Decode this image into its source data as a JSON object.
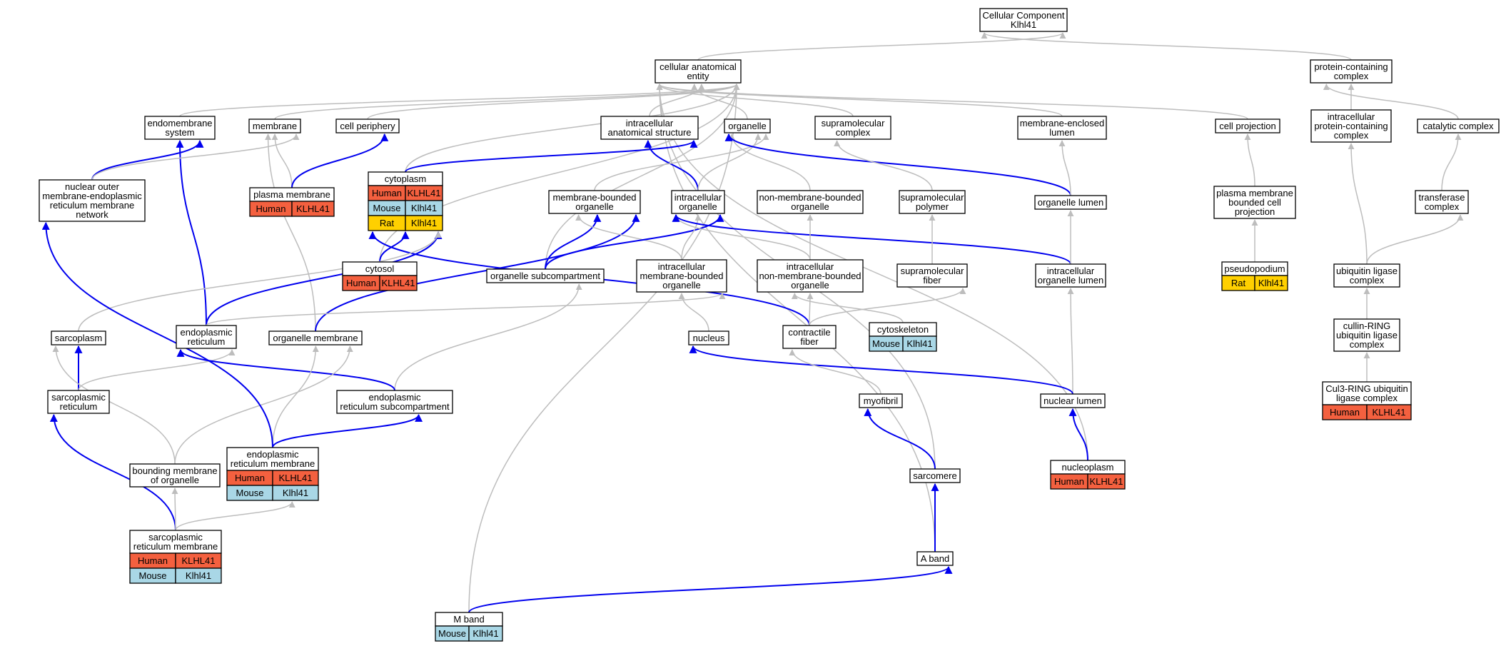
{
  "colors": {
    "human": "#f4603f",
    "mouse": "#a9d7e6",
    "rat": "#ffd000",
    "edge_is_a": "#bdbdbd",
    "edge_part_of": "#0000ee"
  },
  "nodes": [
    {
      "id": "cc",
      "lines": [
        "Cellular Component",
        "Klhl41"
      ]
    },
    {
      "id": "cae",
      "lines": [
        "cellular anatomical",
        "entity"
      ]
    },
    {
      "id": "pcc",
      "lines": [
        "protein-containing",
        "complex"
      ]
    },
    {
      "id": "endo",
      "lines": [
        "endomembrane",
        "system"
      ]
    },
    {
      "id": "membrane",
      "lines": [
        "membrane"
      ]
    },
    {
      "id": "cellper",
      "lines": [
        "cell periphery"
      ]
    },
    {
      "id": "ias",
      "lines": [
        "intracellular",
        "anatomical structure"
      ]
    },
    {
      "id": "organelle",
      "lines": [
        "organelle"
      ]
    },
    {
      "id": "supcomp",
      "lines": [
        "supramolecular",
        "complex"
      ]
    },
    {
      "id": "mel",
      "lines": [
        "membrane-enclosed",
        "lumen"
      ]
    },
    {
      "id": "cellproj",
      "lines": [
        "cell projection"
      ]
    },
    {
      "id": "ipcc",
      "lines": [
        "intracellular",
        "protein-containing",
        "complex"
      ]
    },
    {
      "id": "catcomp",
      "lines": [
        "catalytic complex"
      ]
    },
    {
      "id": "nomer",
      "lines": [
        "nuclear outer",
        "membrane-endoplasmic",
        "reticulum membrane",
        "network"
      ]
    },
    {
      "id": "pm",
      "lines": [
        "plasma membrane"
      ],
      "annot": [
        [
          "human",
          "Human",
          "KLHL41"
        ]
      ]
    },
    {
      "id": "cyto",
      "lines": [
        "cytoplasm"
      ],
      "annot": [
        [
          "human",
          "Human",
          "KLHL41"
        ],
        [
          "mouse",
          "Mouse",
          "Klhl41"
        ],
        [
          "rat",
          "Rat",
          "Klhl41"
        ]
      ]
    },
    {
      "id": "mbo",
      "lines": [
        "membrane-bounded",
        "organelle"
      ]
    },
    {
      "id": "io",
      "lines": [
        "intracellular",
        "organelle"
      ]
    },
    {
      "id": "nmbo",
      "lines": [
        "non-membrane-bounded",
        "organelle"
      ]
    },
    {
      "id": "suppoly",
      "lines": [
        "supramolecular",
        "polymer"
      ]
    },
    {
      "id": "ol",
      "lines": [
        "organelle lumen"
      ]
    },
    {
      "id": "pmbcp",
      "lines": [
        "plasma membrane",
        "bounded cell",
        "projection"
      ]
    },
    {
      "id": "transf",
      "lines": [
        "transferase",
        "complex"
      ]
    },
    {
      "id": "cytosol",
      "lines": [
        "cytosol"
      ],
      "annot": [
        [
          "human",
          "Human",
          "KLHL41"
        ]
      ]
    },
    {
      "id": "osc",
      "lines": [
        "organelle subcompartment"
      ]
    },
    {
      "id": "imbo",
      "lines": [
        "intracellular",
        "membrane-bounded",
        "organelle"
      ]
    },
    {
      "id": "inmbo",
      "lines": [
        "intracellular",
        "non-membrane-bounded",
        "organelle"
      ]
    },
    {
      "id": "supfib",
      "lines": [
        "supramolecular",
        "fiber"
      ]
    },
    {
      "id": "iol",
      "lines": [
        "intracellular",
        "organelle lumen"
      ]
    },
    {
      "id": "pseudo",
      "lines": [
        "pseudopodium"
      ],
      "annot": [
        [
          "rat",
          "Rat",
          "Klhl41"
        ]
      ]
    },
    {
      "id": "ulc",
      "lines": [
        "ubiquitin ligase",
        "complex"
      ]
    },
    {
      "id": "sarcoplasm",
      "lines": [
        "sarcoplasm"
      ]
    },
    {
      "id": "er",
      "lines": [
        "endoplasmic",
        "reticulum"
      ]
    },
    {
      "id": "om",
      "lines": [
        "organelle membrane"
      ]
    },
    {
      "id": "nucleus",
      "lines": [
        "nucleus"
      ]
    },
    {
      "id": "cf",
      "lines": [
        "contractile",
        "fiber"
      ]
    },
    {
      "id": "cytoskel",
      "lines": [
        "cytoskeleton"
      ],
      "annot": [
        [
          "mouse",
          "Mouse",
          "Klhl41"
        ]
      ]
    },
    {
      "id": "crulc",
      "lines": [
        "cullin-RING",
        "ubiquitin ligase",
        "complex"
      ]
    },
    {
      "id": "sr",
      "lines": [
        "sarcoplasmic",
        "reticulum"
      ]
    },
    {
      "id": "ersub",
      "lines": [
        "endoplasmic",
        "reticulum subcompartment"
      ]
    },
    {
      "id": "myo",
      "lines": [
        "myofibril"
      ]
    },
    {
      "id": "nl",
      "lines": [
        "nuclear lumen"
      ]
    },
    {
      "id": "cul3",
      "lines": [
        "Cul3-RING ubiquitin",
        "ligase complex"
      ],
      "annot": [
        [
          "human",
          "Human",
          "KLHL41"
        ]
      ]
    },
    {
      "id": "erm",
      "lines": [
        "endoplasmic",
        "reticulum membrane"
      ],
      "annot": [
        [
          "human",
          "Human",
          "KLHL41"
        ],
        [
          "mouse",
          "Mouse",
          "Klhl41"
        ]
      ]
    },
    {
      "id": "bmo",
      "lines": [
        "bounding membrane",
        "of organelle"
      ]
    },
    {
      "id": "sarcomere",
      "lines": [
        "sarcomere"
      ]
    },
    {
      "id": "nucleoplasm",
      "lines": [
        "nucleoplasm"
      ],
      "annot": [
        [
          "human",
          "Human",
          "KLHL41"
        ]
      ]
    },
    {
      "id": "srm",
      "lines": [
        "sarcoplasmic",
        "reticulum membrane"
      ],
      "annot": [
        [
          "human",
          "Human",
          "KLHL41"
        ],
        [
          "mouse",
          "Mouse",
          "Klhl41"
        ]
      ]
    },
    {
      "id": "aband",
      "lines": [
        "A band"
      ]
    },
    {
      "id": "mband",
      "lines": [
        "M band"
      ],
      "annot": [
        [
          "mouse",
          "Mouse",
          "Klhl41"
        ]
      ]
    }
  ],
  "edges": [
    {
      "from": "cae",
      "to": "cc",
      "type": "is_a"
    },
    {
      "from": "pcc",
      "to": "cc",
      "type": "is_a"
    },
    {
      "from": "endo",
      "to": "cae",
      "type": "is_a"
    },
    {
      "from": "membrane",
      "to": "cae",
      "type": "is_a"
    },
    {
      "from": "cellper",
      "to": "cae",
      "type": "is_a"
    },
    {
      "from": "ias",
      "to": "cae",
      "type": "is_a"
    },
    {
      "from": "organelle",
      "to": "cae",
      "type": "is_a"
    },
    {
      "from": "supcomp",
      "to": "cae",
      "type": "is_a"
    },
    {
      "from": "mel",
      "to": "cae",
      "type": "is_a"
    },
    {
      "from": "cellproj",
      "to": "cae",
      "type": "is_a"
    },
    {
      "from": "cyto",
      "to": "cae",
      "type": "is_a"
    },
    {
      "from": "cytosol",
      "to": "cae",
      "type": "is_a"
    },
    {
      "from": "osc",
      "to": "cae",
      "type": "is_a"
    },
    {
      "from": "sarcomere",
      "to": "cae",
      "type": "is_a"
    },
    {
      "from": "nucleoplasm",
      "to": "cae",
      "type": "is_a"
    },
    {
      "from": "aband",
      "to": "cae",
      "type": "is_a"
    },
    {
      "from": "mband",
      "to": "cae",
      "type": "is_a"
    },
    {
      "from": "ipcc",
      "to": "pcc",
      "type": "is_a"
    },
    {
      "from": "catcomp",
      "to": "pcc",
      "type": "is_a"
    },
    {
      "from": "nomer",
      "to": "endo",
      "type": "part_of"
    },
    {
      "from": "er",
      "to": "endo",
      "type": "part_of"
    },
    {
      "from": "nomer",
      "to": "membrane",
      "type": "is_a"
    },
    {
      "from": "pm",
      "to": "membrane",
      "type": "is_a"
    },
    {
      "from": "om",
      "to": "membrane",
      "type": "is_a"
    },
    {
      "from": "pm",
      "to": "cellper",
      "type": "part_of"
    },
    {
      "from": "cyto",
      "to": "ias",
      "type": "part_of"
    },
    {
      "from": "io",
      "to": "ias",
      "type": "part_of"
    },
    {
      "from": "mbo",
      "to": "organelle",
      "type": "is_a"
    },
    {
      "from": "io",
      "to": "organelle",
      "type": "is_a"
    },
    {
      "from": "nmbo",
      "to": "organelle",
      "type": "is_a"
    },
    {
      "from": "ol",
      "to": "organelle",
      "type": "part_of"
    },
    {
      "from": "suppoly",
      "to": "supcomp",
      "type": "is_a"
    },
    {
      "from": "ol",
      "to": "mel",
      "type": "is_a"
    },
    {
      "from": "pmbcp",
      "to": "cellproj",
      "type": "is_a"
    },
    {
      "from": "ulc",
      "to": "ipcc",
      "type": "is_a"
    },
    {
      "from": "transf",
      "to": "catcomp",
      "type": "is_a"
    },
    {
      "from": "cytosol",
      "to": "cyto",
      "type": "part_of"
    },
    {
      "from": "er",
      "to": "cyto",
      "type": "part_of"
    },
    {
      "from": "cf",
      "to": "cyto",
      "type": "part_of"
    },
    {
      "from": "sarcoplasm",
      "to": "cyto",
      "type": "is_a"
    },
    {
      "from": "osc",
      "to": "mbo",
      "type": "part_of"
    },
    {
      "from": "om",
      "to": "mbo",
      "type": "part_of"
    },
    {
      "from": "imbo",
      "to": "mbo",
      "type": "is_a"
    },
    {
      "from": "osc",
      "to": "io",
      "type": "part_of"
    },
    {
      "from": "imbo",
      "to": "io",
      "type": "is_a"
    },
    {
      "from": "inmbo",
      "to": "io",
      "type": "is_a"
    },
    {
      "from": "iol",
      "to": "io",
      "type": "part_of"
    },
    {
      "from": "inmbo",
      "to": "nmbo",
      "type": "is_a"
    },
    {
      "from": "supfib",
      "to": "suppoly",
      "type": "is_a"
    },
    {
      "from": "iol",
      "to": "ol",
      "type": "is_a"
    },
    {
      "from": "pseudo",
      "to": "pmbcp",
      "type": "is_a"
    },
    {
      "from": "ulc",
      "to": "transf",
      "type": "is_a"
    },
    {
      "from": "ersub",
      "to": "osc",
      "type": "is_a"
    },
    {
      "from": "nucleus",
      "to": "imbo",
      "type": "is_a"
    },
    {
      "from": "er",
      "to": "imbo",
      "type": "is_a"
    },
    {
      "from": "cf",
      "to": "inmbo",
      "type": "is_a"
    },
    {
      "from": "cytoskel",
      "to": "inmbo",
      "type": "is_a"
    },
    {
      "from": "cf",
      "to": "supfib",
      "type": "is_a"
    },
    {
      "from": "nl",
      "to": "iol",
      "type": "is_a"
    },
    {
      "from": "crulc",
      "to": "ulc",
      "type": "is_a"
    },
    {
      "from": "sr",
      "to": "sarcoplasm",
      "type": "part_of"
    },
    {
      "from": "sr",
      "to": "er",
      "type": "is_a"
    },
    {
      "from": "ersub",
      "to": "er",
      "type": "part_of"
    },
    {
      "from": "bmo",
      "to": "om",
      "type": "is_a"
    },
    {
      "from": "erm",
      "to": "om",
      "type": "is_a"
    },
    {
      "from": "nl",
      "to": "nucleus",
      "type": "part_of"
    },
    {
      "from": "myo",
      "to": "cf",
      "type": "is_a"
    },
    {
      "from": "cul3",
      "to": "crulc",
      "type": "is_a"
    },
    {
      "from": "erm",
      "to": "ersub",
      "type": "part_of"
    },
    {
      "from": "erm",
      "to": "nomer",
      "type": "part_of"
    },
    {
      "from": "srm",
      "to": "sr",
      "type": "part_of"
    },
    {
      "from": "bmo",
      "to": "sarcoplasm",
      "type": "is_a"
    },
    {
      "from": "srm",
      "to": "bmo",
      "type": "is_a"
    },
    {
      "from": "srm",
      "to": "erm",
      "type": "is_a"
    },
    {
      "from": "sarcomere",
      "to": "myo",
      "type": "part_of"
    },
    {
      "from": "nucleoplasm",
      "to": "nl",
      "type": "part_of"
    },
    {
      "from": "aband",
      "to": "sarcomere",
      "type": "part_of"
    },
    {
      "from": "mband",
      "to": "aband",
      "type": "part_of"
    }
  ]
}
